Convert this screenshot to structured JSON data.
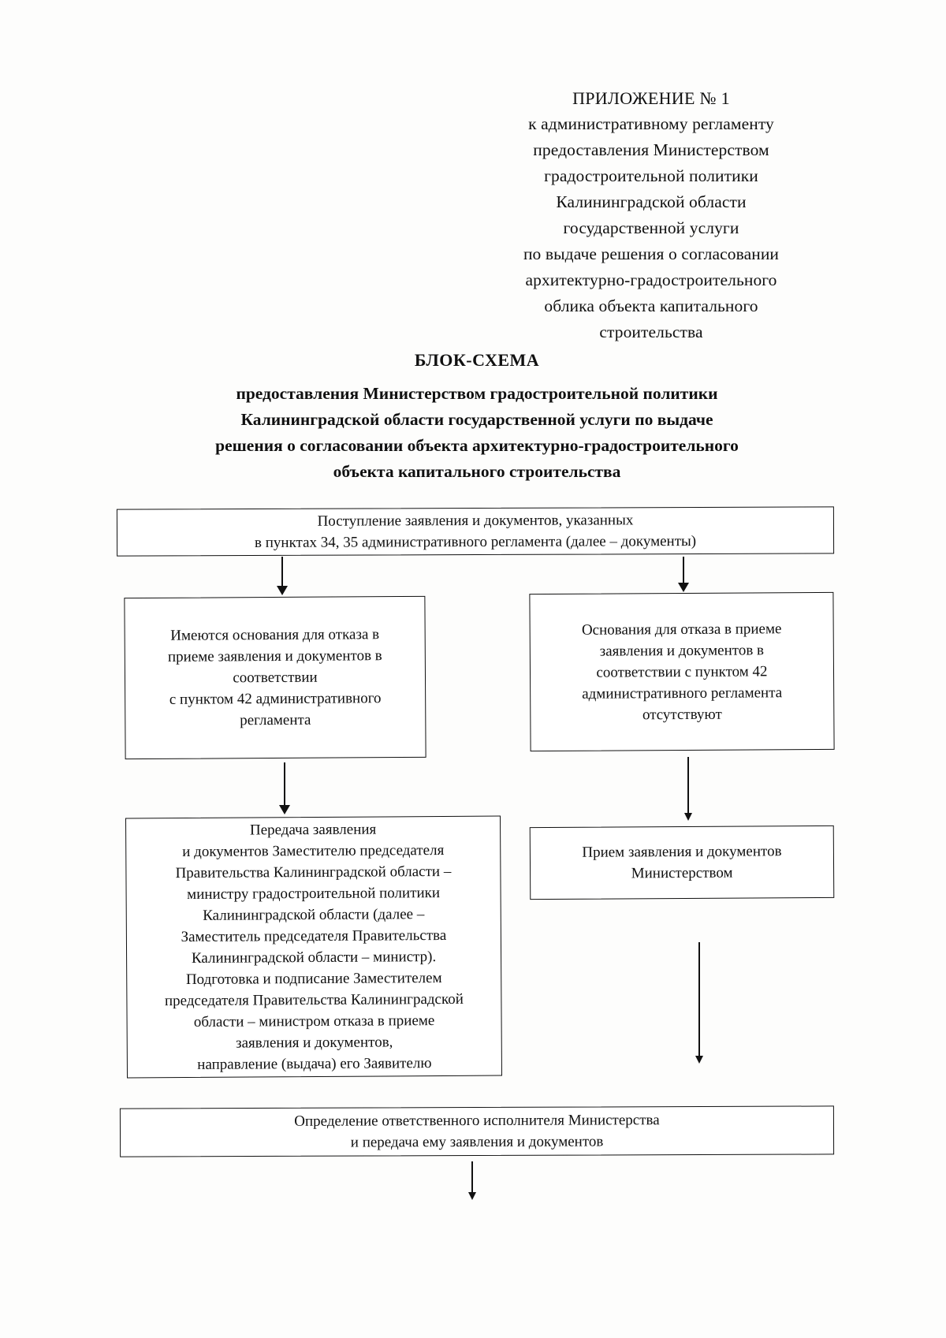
{
  "document": {
    "appendix": {
      "title": "ПРИЛОЖЕНИЕ № 1",
      "lines": [
        "к административному регламенту",
        "предоставления Министерством",
        "градостроительной политики",
        "Калининградской области",
        "государственной услуги",
        "по выдаче решения о согласовании",
        "архитектурно-градостроительного",
        "облика объекта капитального",
        "строительства"
      ]
    },
    "title": {
      "heading": "БЛОК-СХЕМА",
      "lines": [
        "предоставления Министерством градостроительной политики",
        "Калининградской области государственной услуги по выдаче",
        "решения о согласовании объекта архитектурно-градостроительного",
        "объекта капитального строительства"
      ]
    }
  },
  "flowchart": {
    "boxes": {
      "intake": {
        "lines": [
          "Поступление заявления и документов, указанных",
          "в пунктах 34, 35 административного регламента (далее – документы)"
        ]
      },
      "refusal_grounds_present": {
        "lines": [
          "Имеются основания для отказа в",
          "приеме заявления и документов в",
          "соответствии",
          "с пунктом 42 административного",
          "регламента"
        ]
      },
      "refusal_grounds_absent": {
        "lines": [
          "Основания для отказа в приеме",
          "заявления и документов в",
          "соответствии с пунктом 42",
          "административного регламента",
          "отсутствуют"
        ]
      },
      "transfer_to_minister": {
        "lines": [
          "Передача заявления",
          "и документов Заместителю председателя",
          "Правительства Калининградской области –",
          "министру градостроительной политики",
          "Калининградской области (далее –",
          "Заместитель председателя Правительства",
          "Калининградской области – министр).",
          "Подготовка и подписание Заместителем",
          "председателя Правительства Калининградской",
          "области – министром отказа в приеме",
          "заявления и документов,",
          "направление (выдача) его Заявителю"
        ]
      },
      "acceptance": {
        "lines": [
          "Прием заявления и документов",
          "Министерством"
        ]
      },
      "assign_executor": {
        "lines": [
          "Определение ответственного исполнителя Министерства",
          "и передача ему заявления и документов"
        ]
      }
    },
    "arrows": {
      "intake_to_refusal_present": "arrow-down",
      "intake_to_refusal_absent": "arrow-down",
      "refusal_present_to_transfer": "arrow-down",
      "refusal_absent_to_acceptance": "arrow-down",
      "acceptance_to_assign": "arrow-down",
      "assign_to_next": "arrow-down"
    }
  },
  "colors": {
    "ink": "#111111",
    "paper": "#fdfdfc"
  }
}
